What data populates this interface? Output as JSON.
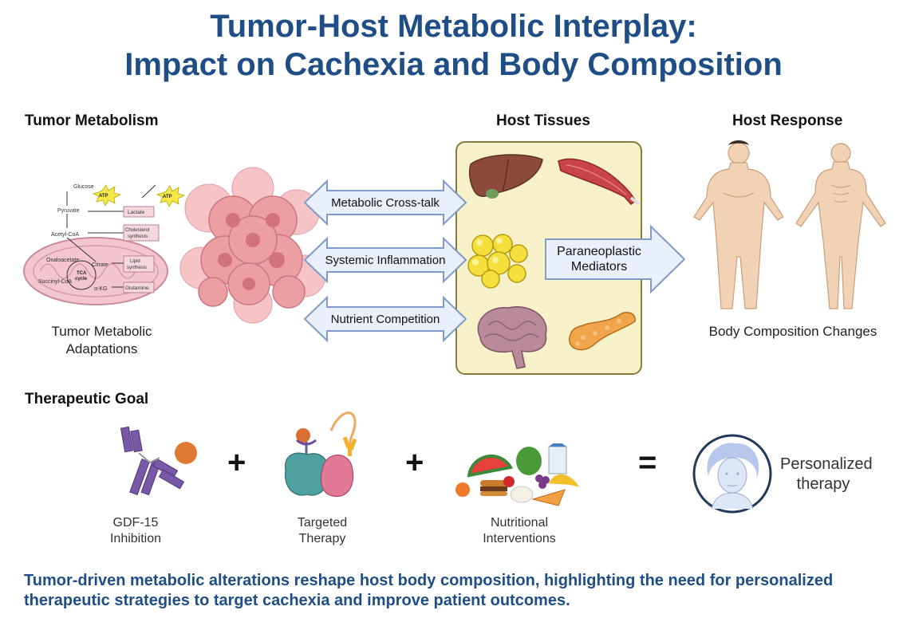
{
  "title": {
    "line1": "Tumor-Host Metabolic Interplay:",
    "line2": "Impact on Cachexia and Body Composition"
  },
  "sections": {
    "tumor_metabolism": "Tumor Metabolism",
    "host_tissues": "Host Tissues",
    "host_response": "Host Response",
    "therapeutic_goal": "Therapeutic Goal"
  },
  "pathway": {
    "glucose": "Glucose",
    "atp1": "ATP",
    "atp2": "ATP",
    "pyruvate": "Pyruvate",
    "lactate": "Lactate",
    "acetyl_coa": "Acetyl-CoA",
    "cholesterol1": "Cholesterol",
    "cholesterol2": "synthesis",
    "oxaloacetate": "Oxaloacetate",
    "citrate": "Citrate",
    "lipid1": "Lipid",
    "lipid2": "synthesis",
    "tca1": "TCA",
    "tca2": "cycle",
    "succinyl": "Succinyl-CoA",
    "akg": "α-KG",
    "glutamine": "Glutamine"
  },
  "tumor_caption": {
    "line1": "Tumor Metabolic",
    "line2": "Adaptations"
  },
  "arrows": {
    "crosstalk": "Metabolic Cross-talk",
    "inflammation": "Systemic Inflammation",
    "nutrient": "Nutrient Competition",
    "mediators1": "Paraneoplastic",
    "mediators2": "Mediators"
  },
  "body_caption": "Body Composition Changes",
  "therapy": {
    "gdf_line1": "GDF-15",
    "gdf_line2": "Inhibition",
    "targeted_line1": "Targeted",
    "targeted_line2": "Therapy",
    "nutri_line1": "Nutritional",
    "nutri_line2": "Interventions",
    "plus1": "+",
    "plus2": "+",
    "equals": "=",
    "personalized_line1": "Personalized",
    "personalized_line2": "therapy"
  },
  "conclusion": {
    "line1": "Tumor-driven metabolic alterations reshape host body composition, highlighting the need for personalized",
    "line2": "therapeutic strategies to target cachexia and improve patient outcomes."
  },
  "colors": {
    "title": "#1f4e86",
    "arrow_fill": "#eaf0fb",
    "arrow_stroke": "#7f9cc9",
    "host_box_fill": "#f6f1c8",
    "host_box_stroke": "#8a7a3e",
    "tumor": "#e98a8f",
    "skin": "#f2d2b4"
  },
  "icons": [
    "mitochondria-icon",
    "tumor-cluster-icon",
    "liver-icon",
    "muscle-icon",
    "fat-cells-icon",
    "brain-icon",
    "pancreas-icon",
    "human-body-icon",
    "antibody-icon",
    "receptor-icon",
    "food-icon",
    "person-portrait-icon"
  ]
}
